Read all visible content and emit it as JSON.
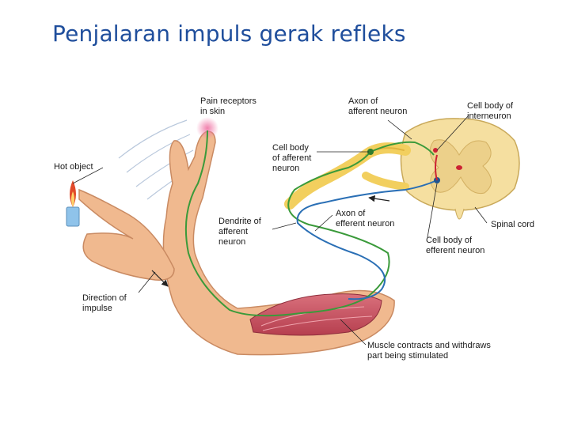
{
  "title": "Penjalaran impuls gerak refleks",
  "labels": {
    "pain_receptors": [
      "Pain receptors",
      "in skin"
    ],
    "hot_object": [
      "Hot object"
    ],
    "axon_afferent": [
      "Axon of",
      "afferent neuron"
    ],
    "cell_body_afferent": [
      "Cell body",
      "of afferent",
      "neuron"
    ],
    "cell_body_interneuron": [
      "Cell body of",
      "interneuron"
    ],
    "dendrite_afferent": [
      "Dendrite of",
      "afferent",
      "neuron"
    ],
    "axon_efferent": [
      "Axon of",
      "efferent neuron"
    ],
    "spinal_cord": [
      "Spinal cord"
    ],
    "cell_body_efferent": [
      "Cell body of",
      "efferent neuron"
    ],
    "direction_impulse": [
      "Direction of",
      "impulse"
    ],
    "muscle": [
      "Muscle contracts and withdraws",
      "part being stimulated"
    ]
  },
  "colors": {
    "title": "#1f4e9c",
    "afferent_nerve": "#3a9a3a",
    "efferent_nerve": "#2a6fb5",
    "nerve_sheath": "#f2cf5e",
    "skin": "#f0b98f",
    "skin_outline": "#c98a62",
    "muscle": "#c8505e",
    "spinal_cord": "#f5dfa0",
    "grey_matter": "#ecd08a",
    "flame": "#e24a2a",
    "candle": "#8fc3ea",
    "receptor_glow": "#f07aa8",
    "interneuron": "#cc2233"
  }
}
